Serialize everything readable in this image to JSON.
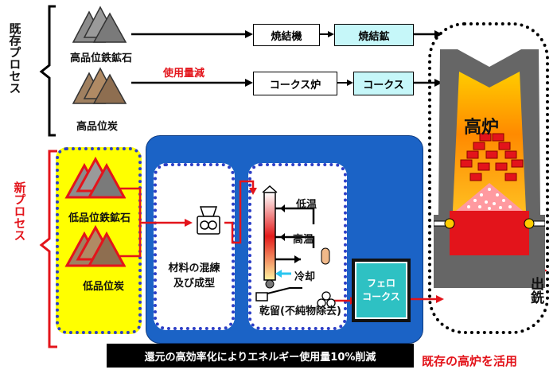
{
  "existing_process": {
    "side_label": "既存プロセス",
    "ore_label": "高品位鉄鉱石",
    "coal_label": "高品位炭",
    "reduce_label": "使用量減",
    "sinter_machine": "焼結機",
    "sinter": "焼結鉱",
    "coke_oven": "コークス炉",
    "coke": "コークス"
  },
  "new_process": {
    "side_label": "新プロセス",
    "ore_label": "低品位鉄鉱石",
    "coal_label": "低品位炭",
    "mixing_label": "材料の混練\n及び成型",
    "low_temp": "低温",
    "high_temp": "高温",
    "cooling": "冷却",
    "carbonization": "乾留(不純物除去)",
    "ferro_coke": "フェロ\nコークス"
  },
  "blast_furnace": {
    "title": "高炉",
    "tapping": "出銑",
    "caption": "既存の高炉を活用"
  },
  "footer": {
    "banner": "還元の高効率化によりエネルギー使用量10%削減"
  },
  "colors": {
    "red": "#e3141b",
    "blue_panel": "#1b63c6",
    "dot_blue": "#2c3ec7",
    "yellow": "#ffff00",
    "cyan": "#c6f7f9"
  }
}
